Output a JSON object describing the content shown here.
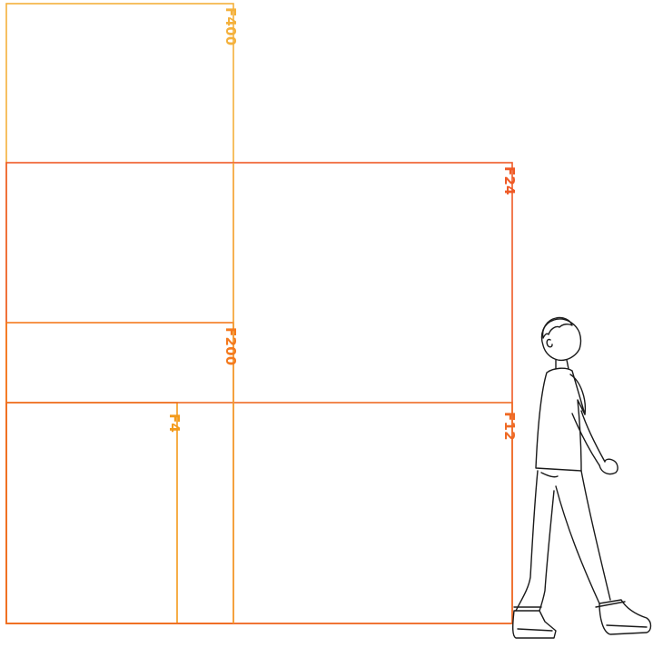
{
  "labels": {
    "f400": "F400",
    "f24": "F24",
    "f200": "F200",
    "f4": "F4",
    "f12": "F12"
  },
  "colors": {
    "f400": "#f4b13c",
    "f24": "#ef5a26",
    "f200": "#f47a1e",
    "f4": "#f39a1a",
    "f12": "#ef6a24",
    "person": "#1a1a1a"
  },
  "figure": {
    "icon": "walking-person-icon"
  }
}
